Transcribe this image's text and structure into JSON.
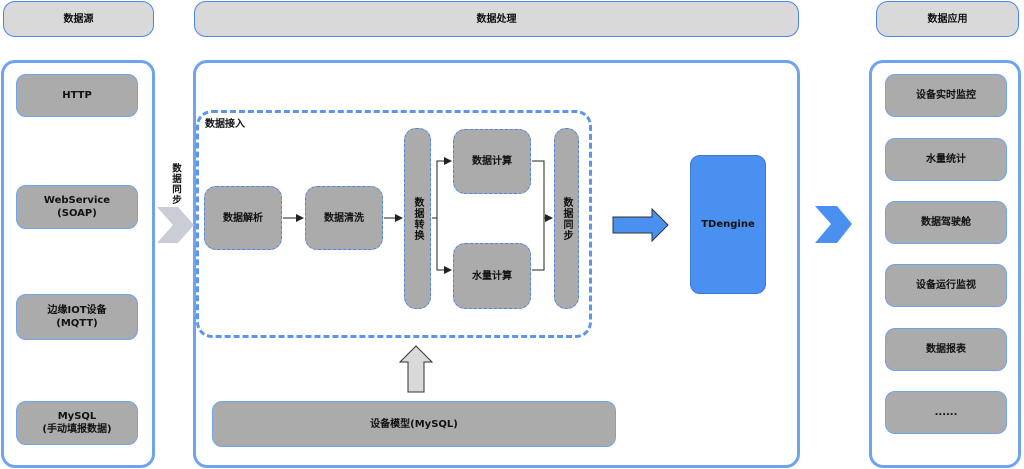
{
  "headers": {
    "source": "数据源",
    "processing": "数据处理",
    "application": "数据应用"
  },
  "sources": [
    {
      "label": "HTTP"
    },
    {
      "label": "WebService\n(SOAP)"
    },
    {
      "label": "边缘IOT设备\n(MQTT)"
    },
    {
      "label": "MySQL\n(手动填报数据)"
    }
  ],
  "sync_label": "数据同步",
  "processing": {
    "ingest_title": "数据接入",
    "parse": "数据解析",
    "clean": "数据清洗",
    "transform": "数据转换",
    "calc_data": "数据计算",
    "calc_water": "水量计算",
    "sync": "数据同步",
    "tdengine": "TDengine",
    "device_model": "设备模型(MySQL)"
  },
  "applications": [
    {
      "label": "设备实时监控"
    },
    {
      "label": "水量统计"
    },
    {
      "label": "数据驾驶舱"
    },
    {
      "label": "设备运行监视"
    },
    {
      "label": "数据报表"
    },
    {
      "label": "......"
    }
  ],
  "colors": {
    "accent": "#4a86e8",
    "node_fill": "#ababab",
    "tdengine_fill": "#4a90f0",
    "header_fill": "#d9d9d9"
  }
}
